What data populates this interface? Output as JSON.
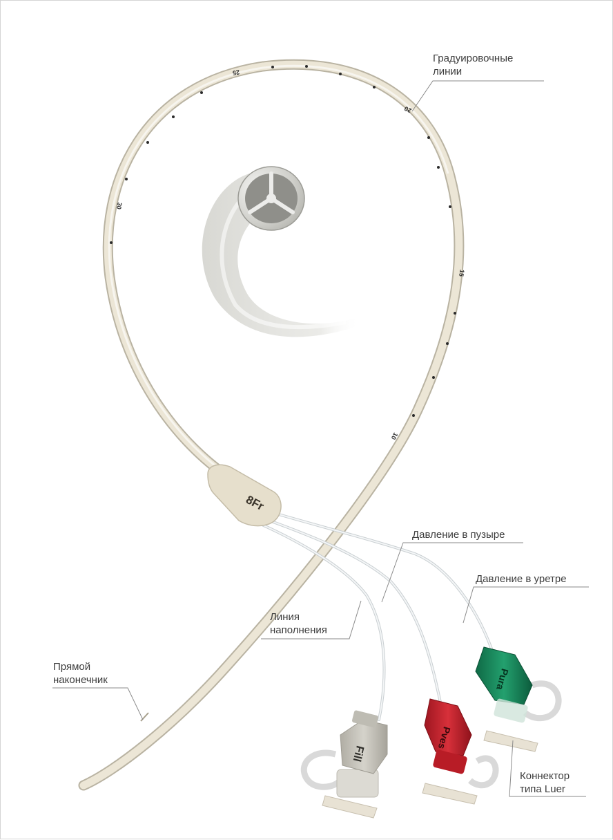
{
  "labels": {
    "graduation": [
      "Градуировочные",
      "линии"
    ],
    "bladder_pressure": "Давление в пузыре",
    "urethra_pressure": "Давление в уретре",
    "fill_line": [
      "Линия",
      "наполнения"
    ],
    "straight_tip": [
      "Прямой",
      "наконечник"
    ],
    "luer_connector": [
      "Коннектор",
      "типа Luer"
    ]
  },
  "markings": {
    "size": "8Fr",
    "tube_numbers": [
      "25",
      "20",
      "30",
      "15",
      "10"
    ]
  },
  "connectors": {
    "fill": "Fill",
    "pves": "Pves",
    "pura": "Pura"
  },
  "colors": {
    "catheter": "#ece6d6",
    "grey_connector": "#c9c7be",
    "red_connector": "#c8202a",
    "green_connector": "#17845a",
    "leader_line": "#8a8a8a",
    "text": "#3c3c3c"
  }
}
